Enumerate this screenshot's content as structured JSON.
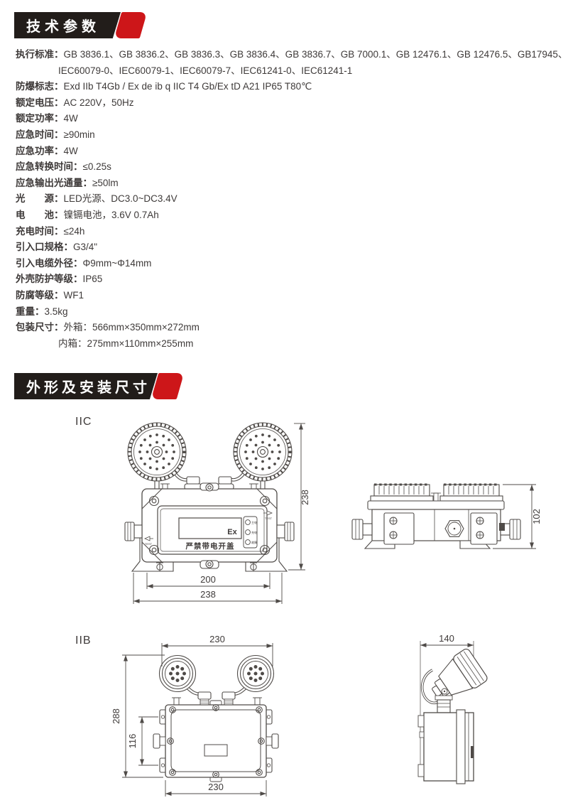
{
  "sections": {
    "tech": {
      "title": "技术参数"
    },
    "dims": {
      "title": "外形及安装尺寸"
    }
  },
  "specs": {
    "rows": [
      {
        "label": "执行标准：",
        "value": "GB 3836.1、GB 3836.2、GB 3836.3、GB 3836.4、GB 3836.7、GB 7000.1、GB 12476.1、GB 12476.5、GB17945、"
      },
      {
        "label": "",
        "value": "IEC60079-0、IEC60079-1、IEC60079-7、IEC61241-0、IEC61241-1"
      },
      {
        "label": "防爆标志：",
        "value": "Exd IIb T4Gb / Ex de ib q IIC T4 Gb/Ex tD A21 IP65 T80℃"
      },
      {
        "label": "额定电压：",
        "value": "AC 220V，50Hz"
      },
      {
        "label": "额定功率：",
        "value": "4W"
      },
      {
        "label": "应急时间：",
        "value": "≥90min"
      },
      {
        "label": "应急功率：",
        "value": "4W"
      },
      {
        "label": "应急转换时间：",
        "value": "≤0.25s"
      },
      {
        "label": "应急输出光通量：",
        "value": "≥50lm"
      },
      {
        "label": "光　　源：",
        "value": "LED光源、DC3.0~DC3.4V"
      },
      {
        "label": "电　　池：",
        "value": "镍镉电池，3.6V 0.7Ah"
      },
      {
        "label": "充电时间：",
        "value": "≤24h"
      },
      {
        "label": "引入口规格：",
        "value": "G3/4\""
      },
      {
        "label": "引入电缆外径：",
        "value": "Φ9mm~Φ14mm"
      },
      {
        "label": "外壳防护等级：",
        "value": "IP65"
      },
      {
        "label": "防腐等级：",
        "value": "WF1"
      },
      {
        "label": "重量：",
        "value": "3.5kg"
      },
      {
        "label": "包装尺寸：",
        "value": "外箱：566mm×350mm×272mm"
      },
      {
        "label": "",
        "value": "内箱：275mm×110mm×255mm"
      }
    ]
  },
  "drawings": {
    "iic": {
      "label": "IIC",
      "front": {
        "dim_height": "238",
        "dim_inner_width": "200",
        "dim_outer_width": "238",
        "ex_mark": "Ex",
        "warning": "严禁带电开盖",
        "indicators": [
          "主电",
          "充电",
          "故障"
        ],
        "test_label": "TEST"
      },
      "side": {
        "dim_height": "102"
      }
    },
    "iib": {
      "label": "IIB",
      "front": {
        "dim_top_width": "230",
        "dim_height": "288",
        "dim_hole_span": "116",
        "dim_bottom_width": "230"
      },
      "side": {
        "dim_width": "140"
      }
    }
  },
  "colors": {
    "banner_black": "#221d1a",
    "accent_red": "#cd1619",
    "line": "#4f4b48",
    "text": "#3e3a39"
  }
}
